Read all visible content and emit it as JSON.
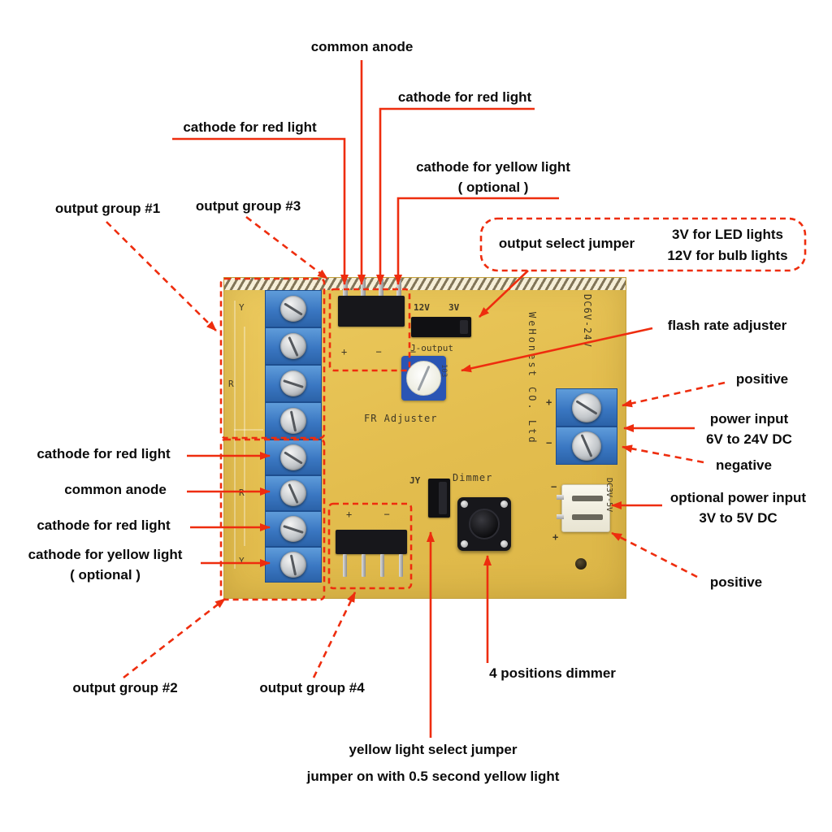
{
  "annotations": {
    "common_anode_top": "common anode",
    "cathode_red_top_right": "cathode for red light",
    "cathode_red_top_left": "cathode for red light",
    "cathode_yellow_top_line1": "cathode for yellow light",
    "cathode_yellow_top_line2": "( optional )",
    "output_group_1": "output group #1",
    "output_group_3": "output group #3",
    "output_select_jumper": "output select jumper",
    "voltage_note_line1": "3V for LED lights",
    "voltage_note_line2": "12V for bulb lights",
    "flash_rate_adjuster": "flash rate adjuster",
    "positive_top": "positive",
    "power_input_line1": "power input",
    "power_input_line2": "6V to 24V DC",
    "negative": "negative",
    "optional_power_line1": "optional power input",
    "optional_power_line2": "3V to 5V DC",
    "positive_bottom": "positive",
    "cathode_red_left_1": "cathode for red light",
    "common_anode_left": "common anode",
    "cathode_red_left_2": "cathode for red light",
    "cathode_yellow_left_line1": "cathode for yellow light",
    "cathode_yellow_left_line2": "( optional )",
    "output_group_2": "output group #2",
    "output_group_4": "output group #4",
    "dimmer": "4 positions dimmer",
    "yellow_select_line1": "yellow light select jumper",
    "yellow_select_line2": "jumper on with 0.5 second yellow light"
  },
  "board": {
    "silk_12v": "12V",
    "silk_3v": "3V",
    "silk_j_output": "J-output",
    "silk_fr_adjuster": "FR Adjuster",
    "silk_jy": "JY",
    "silk_dimmer": "Dimmer",
    "silk_brand": "WeHonest CO. Ltd",
    "silk_dc_range": "DC6V-24V",
    "silk_dc_low": "DC3V-5V",
    "silk_pot_value": "103",
    "silk_y_top": "Y",
    "silk_r_top": "R",
    "silk_r_bottom": "R",
    "silk_y_bottom": "Y",
    "silk_marks_top_header": "+ − −",
    "silk_marks_bottom_header": "+ −",
    "silk_plus_power": "+",
    "silk_minus_power": "−",
    "silk_minus_opt": "−",
    "silk_plus_opt": "+"
  },
  "colors": {
    "annotation_red": "#ee2d0e",
    "board_yellow": "#e4bf52",
    "terminal_blue": "#3a77c2"
  }
}
